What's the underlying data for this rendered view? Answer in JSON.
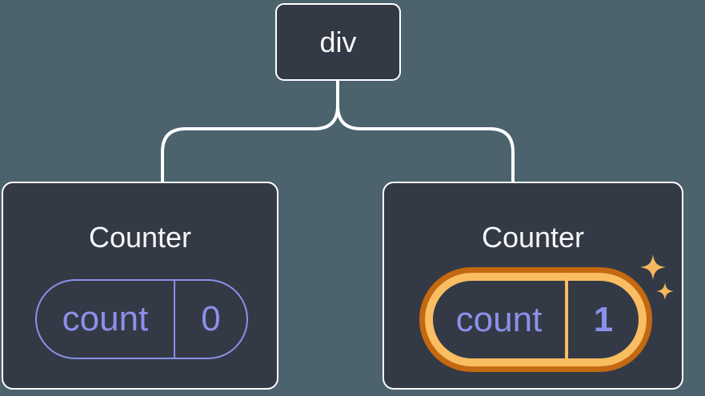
{
  "diagram": {
    "description": "Component tree: a div root element with two Counter children; second Counter state is highlighted as updated",
    "root_node": {
      "label": "div"
    },
    "children": [
      {
        "title": "Counter",
        "state_label": "count",
        "state_value": "0",
        "highlighted": false
      },
      {
        "title": "Counter",
        "state_label": "count",
        "state_value": "1",
        "highlighted": true
      }
    ]
  },
  "icons": {
    "sparkles": "sparkles-icon"
  },
  "colors": {
    "background": "#4C636E",
    "node_fill": "#333A46",
    "node_border": "#FFFFFF",
    "text": "#F6F7F9",
    "state_accent": "#8B90E8",
    "connector": "#FFFFFF",
    "highlight_ring_outer": "#C4690F",
    "highlight_ring_inner": "#FABD62",
    "sparkle": "#F5B85C"
  }
}
